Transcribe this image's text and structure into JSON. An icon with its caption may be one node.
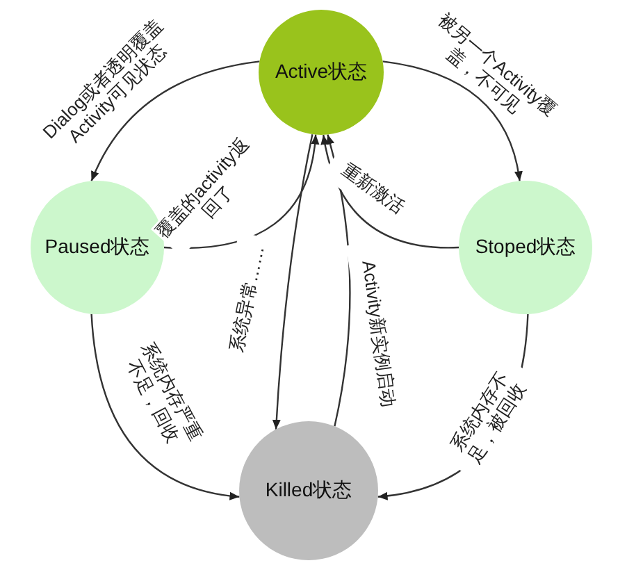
{
  "diagram": {
    "nodes": [
      {
        "text": [
          "Active状态"
        ]
      },
      {
        "text": [
          "Paused状态"
        ]
      },
      {
        "text": [
          "Stoped状态"
        ]
      },
      {
        "text": [
          "Killed状态"
        ]
      }
    ],
    "edges": [
      {
        "from": 0,
        "to": 1,
        "arrow": "to",
        "label": "Dialog或者透明覆盖 Activity可见状态"
      },
      {
        "from": 0,
        "to": 2,
        "arrow": "to",
        "label": "被另一个Activity覆盖，不可见"
      },
      {
        "from": 1,
        "to": 0,
        "arrow": "to",
        "label": "覆盖的activity返回了"
      },
      {
        "from": 2,
        "to": 0,
        "arrow": "to",
        "label": "重新激活"
      },
      {
        "from": 0,
        "to": 3,
        "arrow": "to",
        "label": "系统异常……"
      },
      {
        "from": 3,
        "to": 0,
        "arrow": "to",
        "label": "Activity新实例启动"
      },
      {
        "from": 1,
        "to": 3,
        "arrow": "to",
        "label": "系统内存严重不足，回收"
      },
      {
        "from": 2,
        "to": 3,
        "arrow": "to",
        "label": "系统内存不足，被回收"
      }
    ]
  }
}
